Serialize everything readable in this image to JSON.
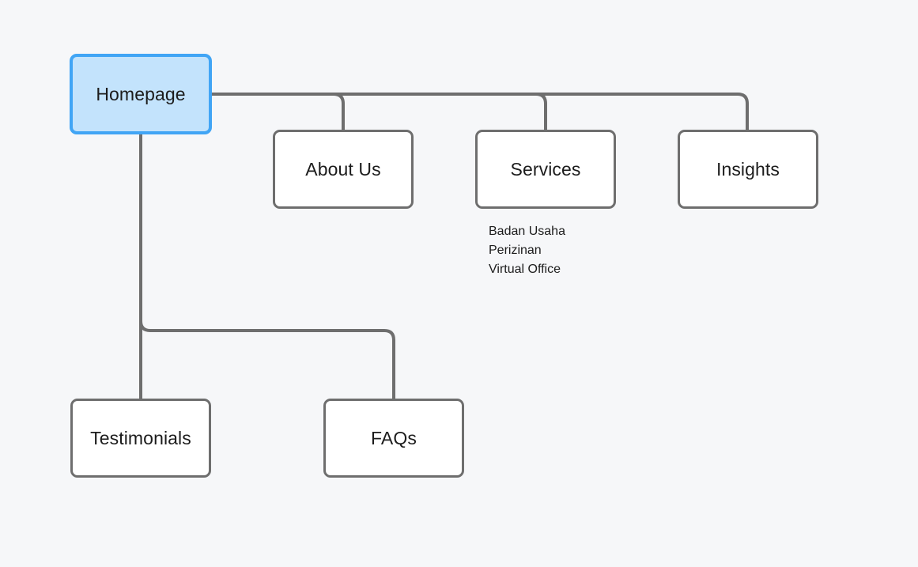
{
  "diagram": {
    "type": "sitemap",
    "background_color": "#f6f7f9",
    "connector_color": "#6e6e6e",
    "root_fill_color": "#c3e3fc",
    "root_border_color": "#41a5f5",
    "node_border_color": "#6e6e6e",
    "node_fill_color": "#ffffff",
    "text_color": "#1c1c1c"
  },
  "nodes": {
    "homepage": {
      "label": "Homepage"
    },
    "about_us": {
      "label": "About Us"
    },
    "services": {
      "label": "Services"
    },
    "insights": {
      "label": "Insights"
    },
    "testimonials": {
      "label": "Testimonials"
    },
    "faqs": {
      "label": "FAQs"
    }
  },
  "services_subitems": [
    {
      "label": "Badan Usaha"
    },
    {
      "label": "Perizinan"
    },
    {
      "label": "Virtual Office"
    }
  ]
}
